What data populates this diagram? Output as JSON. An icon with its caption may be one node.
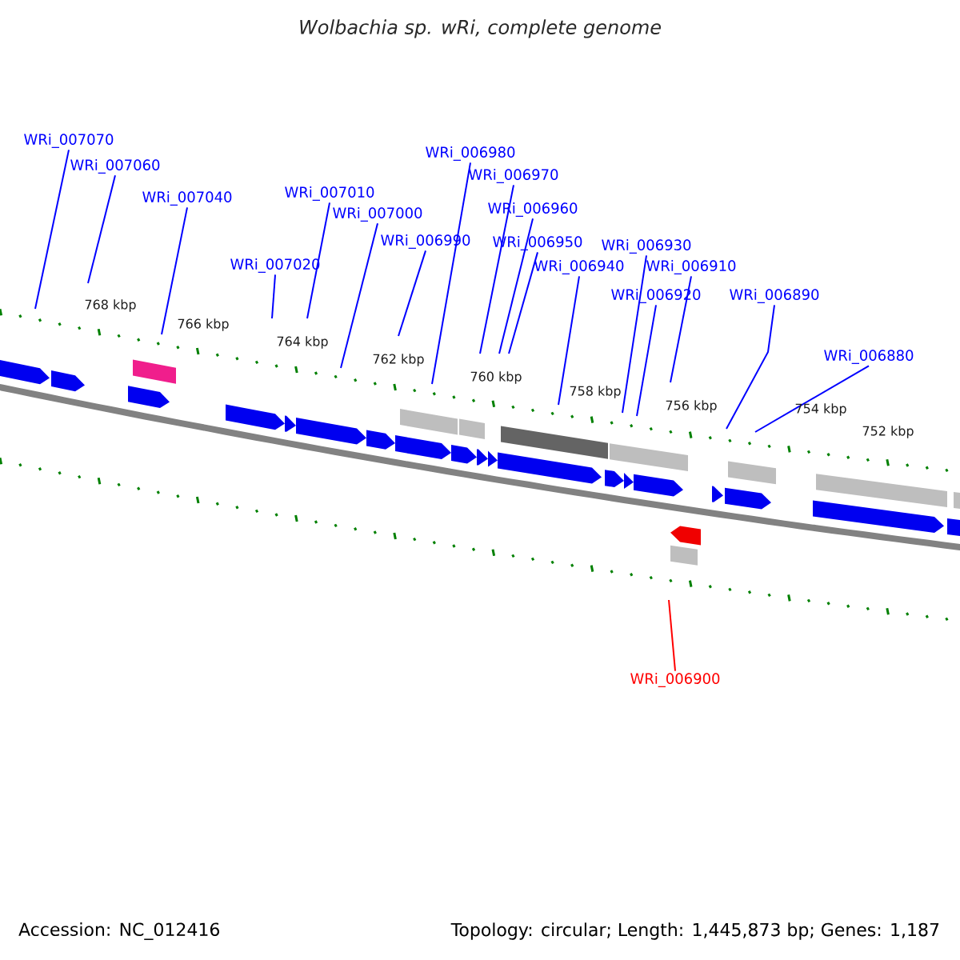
{
  "diagram": {
    "title": "*Wolbachia sp. wRi, complete genome*",
    "nodes": [
      {
        "text": [
          "WRi_007070"
        ]
      },
      {
        "text": [
          "WRi_006980"
        ]
      },
      {
        "text": [
          "WRi_007060"
        ]
      },
      {
        "text": [
          "WRi_006970"
        ]
      },
      {
        "text": [
          "WRi_007010"
        ]
      },
      {
        "text": [
          "WRi_007040"
        ]
      },
      {
        "text": [
          "WRi_006960"
        ]
      },
      {
        "text": [
          "WRi_007000"
        ]
      },
      {
        "text": [
          "WRi_006990"
        ]
      },
      {
        "text": [
          "WRi_006950"
        ]
      },
      {
        "text": [
          "WRi_006930"
        ]
      },
      {
        "text": [
          "WRi_007020"
        ]
      },
      {
        "text": [
          "WRi_006940"
        ]
      },
      {
        "text": [
          "WRi_006910"
        ]
      },
      {
        "text": [
          "WRi_006920"
        ]
      },
      {
        "text": [
          "WRi_006890"
        ]
      },
      {
        "text": [
          "WRi_006880"
        ]
      },
      {
        "text": [
          "WRi_006900"
        ]
      }
    ],
    "edges": [
      {
        "from": 0,
        "to": null,
        "arrow": "none"
      },
      {
        "from": 1,
        "to": null,
        "arrow": "none"
      },
      {
        "from": 2,
        "to": null,
        "arrow": "none"
      },
      {
        "from": 3,
        "to": null,
        "arrow": "none"
      },
      {
        "from": 4,
        "to": null,
        "arrow": "none"
      },
      {
        "from": 5,
        "to": null,
        "arrow": "none"
      },
      {
        "from": 6,
        "to": null,
        "arrow": "none"
      },
      {
        "from": 7,
        "to": null,
        "arrow": "none"
      },
      {
        "from": 8,
        "to": null,
        "arrow": "none"
      },
      {
        "from": 9,
        "to": null,
        "arrow": "none"
      },
      {
        "from": 10,
        "to": null,
        "arrow": "none"
      },
      {
        "from": 11,
        "to": null,
        "arrow": "none"
      },
      {
        "from": 12,
        "to": null,
        "arrow": "none"
      },
      {
        "from": 13,
        "to": null,
        "arrow": "none"
      },
      {
        "from": 14,
        "to": null,
        "arrow": "none"
      },
      {
        "from": 15,
        "to": null,
        "arrow": "none"
      },
      {
        "from": 16,
        "to": null,
        "arrow": "none"
      },
      {
        "from": 17,
        "to": null,
        "arrow": "none",
        "color": "#ff0000"
      }
    ],
    "labels": [
      "768 kbp",
      "766 kbp",
      "764 kbp",
      "762 kbp",
      "760 kbp",
      "758 kbp",
      "756 kbp",
      "754 kbp",
      "752 kbp",
      "Accession: NC_012416",
      "Topology: circular; Length: 1,445,873 bp; Genes: 1,187"
    ]
  }
}
